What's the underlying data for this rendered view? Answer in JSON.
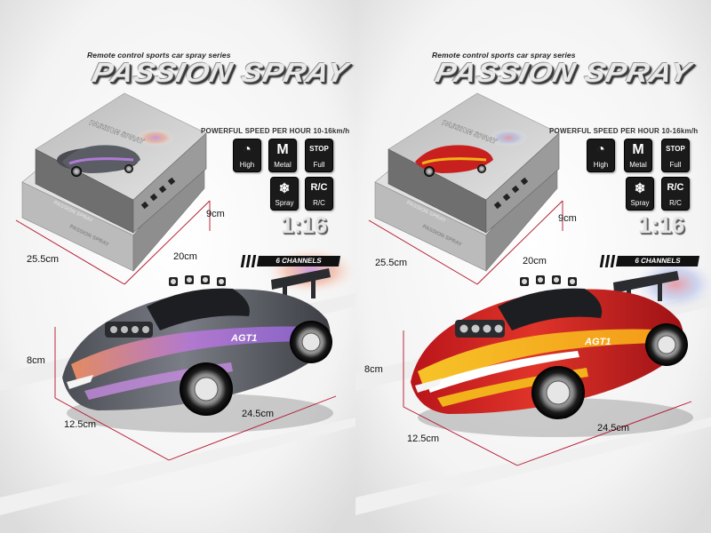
{
  "panels": [
    {
      "variant": "grey-purple",
      "subtitle": "Remote control sports car spray series",
      "title": "PASSION SPRAY",
      "feature_line": "POWERFUL   SPEED PER HOUR  10-16km/h",
      "features": [
        {
          "label": "High",
          "icon": "speedometer-icon"
        },
        {
          "label": "Metal",
          "glyph": "M",
          "icon": "metal-icon"
        },
        {
          "label": "Full",
          "glyph": "STOP",
          "icon": "full-function-icon"
        },
        {
          "label": "Spray",
          "icon": "spray-icon"
        },
        {
          "label": "R/C",
          "glyph": "R/C",
          "icon": "remote-control-icon"
        }
      ],
      "scale": "1:16",
      "channels": "6 CHANNELS",
      "box_dims": {
        "length": "25.5cm",
        "width": "20cm",
        "height": "9cm"
      },
      "car_dims": {
        "height": "8cm",
        "width": "12.5cm",
        "length": "24.5cm"
      },
      "car_badge": "AGT1",
      "colors": {
        "body": "#5d5f66",
        "accent": "#9a6fd0",
        "stripe": "#f0885c",
        "smoke": "#c68fe0"
      }
    },
    {
      "variant": "red-yellow",
      "subtitle": "Remote control sports car spray series",
      "title": "PASSION SPRAY",
      "feature_line": "POWERFUL   SPEED PER HOUR  10-16km/h",
      "features": [
        {
          "label": "High",
          "icon": "speedometer-icon"
        },
        {
          "label": "Metal",
          "glyph": "M",
          "icon": "metal-icon"
        },
        {
          "label": "Full",
          "glyph": "STOP",
          "icon": "full-function-icon"
        },
        {
          "label": "Spray",
          "icon": "spray-icon"
        },
        {
          "label": "R/C",
          "glyph": "R/C",
          "icon": "remote-control-icon"
        }
      ],
      "scale": "1:16",
      "channels": "6 CHANNELS",
      "box_dims": {
        "length": "25.5cm",
        "width": "20cm",
        "height": "9cm"
      },
      "car_dims": {
        "height": "8cm",
        "width": "12.5cm",
        "length": "24.5cm"
      },
      "car_badge": "AGT1",
      "colors": {
        "body": "#c8201e",
        "accent": "#f2b21b",
        "stripe": "#ffffff",
        "smoke": "#e9a0a8"
      }
    }
  ]
}
